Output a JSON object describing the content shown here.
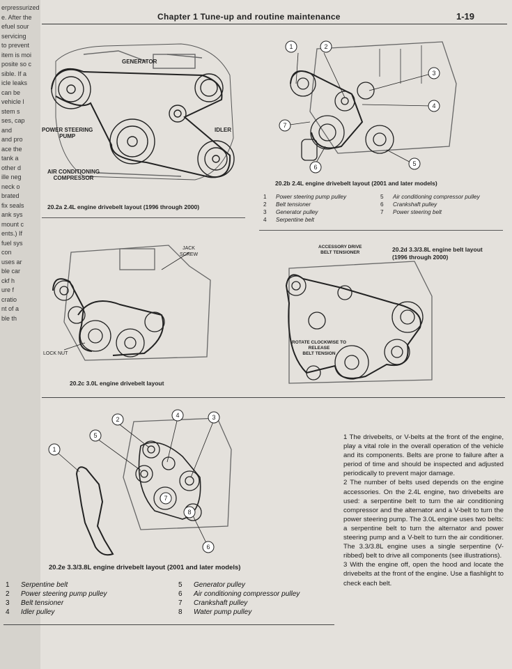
{
  "header": {
    "chapter": "Chapter 1  Tune-up and routine maintenance",
    "page_number": "1-19"
  },
  "figures": {
    "fig_a": {
      "caption": "20.2a  2.4L engine drivebelt layout (1996 through 2000)",
      "labels": {
        "generator": "GENERATOR",
        "power_steering": "POWER STEERING\nPUMP",
        "idler": "IDLER",
        "ac": "AIR CONDITIONING\nCOMPRESSOR"
      }
    },
    "fig_b": {
      "caption": "20.2b  2.4L engine drivebelt layout (2001 and later models)",
      "callouts": [
        "1",
        "2",
        "3",
        "4",
        "5",
        "6",
        "7"
      ],
      "legend": [
        {
          "n": "1",
          "t": "Power steering pump pulley"
        },
        {
          "n": "2",
          "t": "Belt tensioner"
        },
        {
          "n": "3",
          "t": "Generator pulley"
        },
        {
          "n": "4",
          "t": "Serpentine belt"
        },
        {
          "n": "5",
          "t": "Air conditioning compressor pulley"
        },
        {
          "n": "6",
          "t": "Crankshaft pulley"
        },
        {
          "n": "7",
          "t": "Power steering belt"
        }
      ]
    },
    "fig_c": {
      "caption": "20.2c  3.0L engine drivebelt layout",
      "labels": {
        "jack_screw": "JACK\nSCREW",
        "lock_nut": "LOCK NUT"
      }
    },
    "fig_d": {
      "caption": "20.2d  3.3/3.8L engine belt layout (1996 through 2000)",
      "labels": {
        "tensioner": "ACCESSORY DRIVE\nBELT TENSIONER",
        "rotate": "ROTATE CLOCKWISE TO\nRELEASE\nBELT TENSION"
      }
    },
    "fig_e": {
      "caption": "20.2e  3.3/3.8L engine drivebelt layout (2001 and later models)",
      "callouts": [
        "1",
        "2",
        "3",
        "4",
        "5",
        "6",
        "7",
        "8"
      ],
      "legend": [
        {
          "n": "1",
          "t": "Serpentine belt"
        },
        {
          "n": "2",
          "t": "Power steering pump pulley"
        },
        {
          "n": "3",
          "t": "Belt tensioner"
        },
        {
          "n": "4",
          "t": "Idler pulley"
        },
        {
          "n": "5",
          "t": "Generator pulley"
        },
        {
          "n": "6",
          "t": "Air conditioning compressor pulley"
        },
        {
          "n": "7",
          "t": "Crankshaft pulley"
        },
        {
          "n": "8",
          "t": "Water pump pulley"
        }
      ]
    }
  },
  "body": {
    "p1": "1  The drivebelts, or V-belts at the front of the engine, play a vital role in the overall operation of the vehicle and its components. Belts are prone to failure after a period of time and should be inspected and adjusted periodically to prevent major damage.",
    "p2": "2  The number of belts used depends on the engine accessories. On the 2.4L engine, two drivebelts are used: a serpentine belt to turn the air conditioning compressor and the alternator and a V-belt to turn the power steering pump. The 3.0L engine uses two belts: a serpentine belt to turn the alternator and power steering pump and a V-belt to turn the air conditioner. The 3.3/3.8L engine uses a single serpentine (V-ribbed) belt to drive all components (see illustrations).",
    "p3": "3  With the engine off, open the hood and locate the drivebelts at the front of the engine. Use a flashlight to check each belt."
  },
  "left_margin_fragments": [
    "erpressurized",
    "e. After the",
    "efuel sour",
    "servicing",
    "to prevent",
    "item is moi",
    "posite so c",
    "sible. If a",
    "icle leaks",
    "can be",
    "vehicle l",
    "stem s",
    "ses, cap",
    "and",
    "and pro",
    "ace the",
    "tank a",
    "other d",
    "ille neg",
    "neck o",
    "brated",
    "fix seals",
    "ank sys",
    "mount c",
    "ents.) If",
    "fuel sys",
    "con",
    "uses ar",
    "ble car",
    "ckf h",
    "ure f",
    "cratio",
    "nt of a",
    "ble th"
  ]
}
